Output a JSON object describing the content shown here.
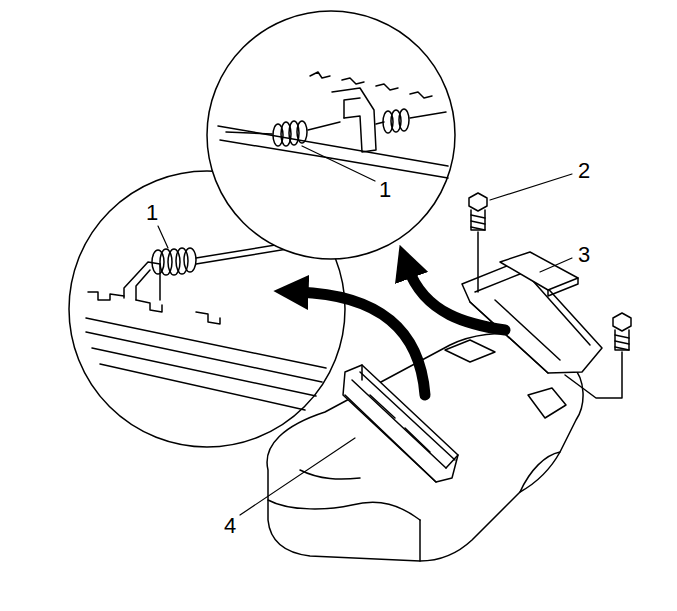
{
  "diagram": {
    "labels": [
      "1",
      "1",
      "2",
      "3",
      "4"
    ]
  }
}
